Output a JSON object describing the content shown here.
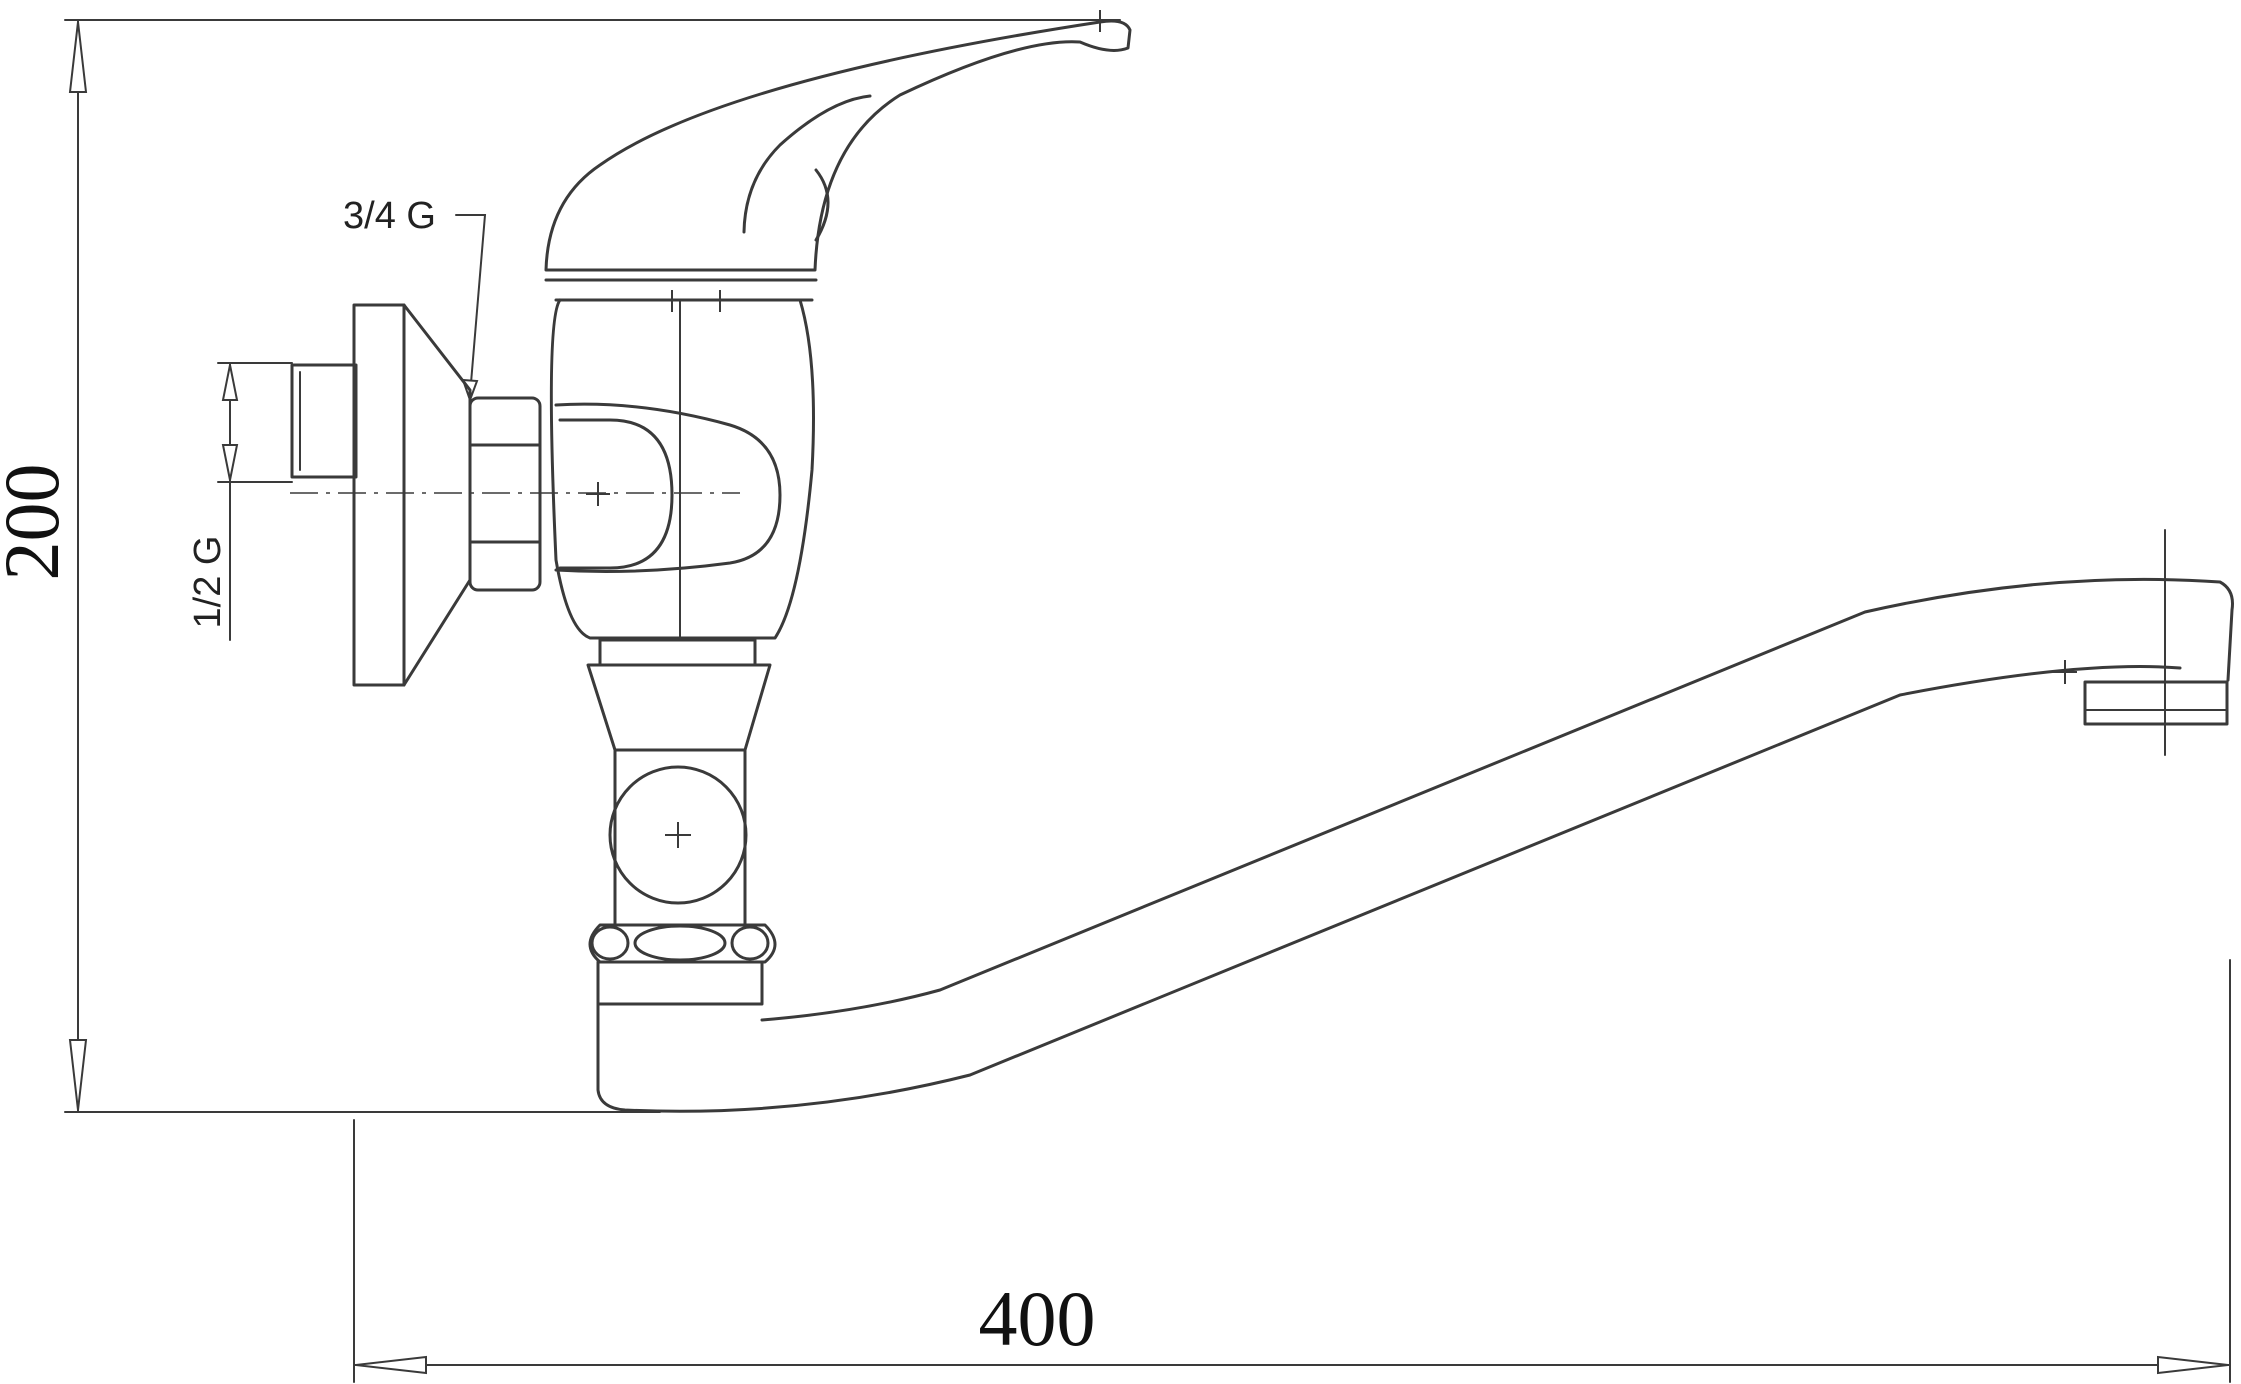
{
  "drawing": {
    "dimensions": {
      "height": "200",
      "width": "400"
    },
    "annotations": {
      "inlet_thread": "1/2 G",
      "nut_thread": "3/4 G"
    },
    "line_color": "#3a3a3a"
  }
}
